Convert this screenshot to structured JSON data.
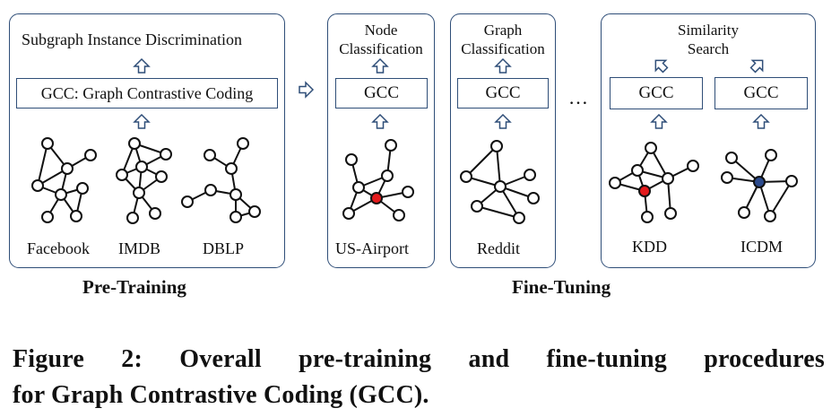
{
  "pretraining": {
    "task": "Subgraph Instance Discrimination",
    "model": "GCC: Graph Contrastive Coding",
    "datasets": [
      "Facebook",
      "IMDB",
      "DBLP"
    ],
    "label": "Pre-Training"
  },
  "finetuning": {
    "node_task": [
      "Node",
      "Classification"
    ],
    "graph_task": [
      "Graph",
      "Classification"
    ],
    "sim_task": [
      "Similarity",
      "Search"
    ],
    "model": "GCC",
    "ellipsis": "…",
    "datasets": [
      "US-Airport",
      "Reddit",
      "KDD",
      "ICDM"
    ],
    "label": "Fine-Tuning"
  },
  "caption": {
    "line1": "Figure 2: Overall pre-training and fine-tuning procedures",
    "line2": "for Graph Contrastive Coding (GCC)."
  },
  "colors": {
    "frame": "#2f4e78",
    "highlight_red": "#e31a1c",
    "highlight_blue": "#2b4a8c"
  }
}
